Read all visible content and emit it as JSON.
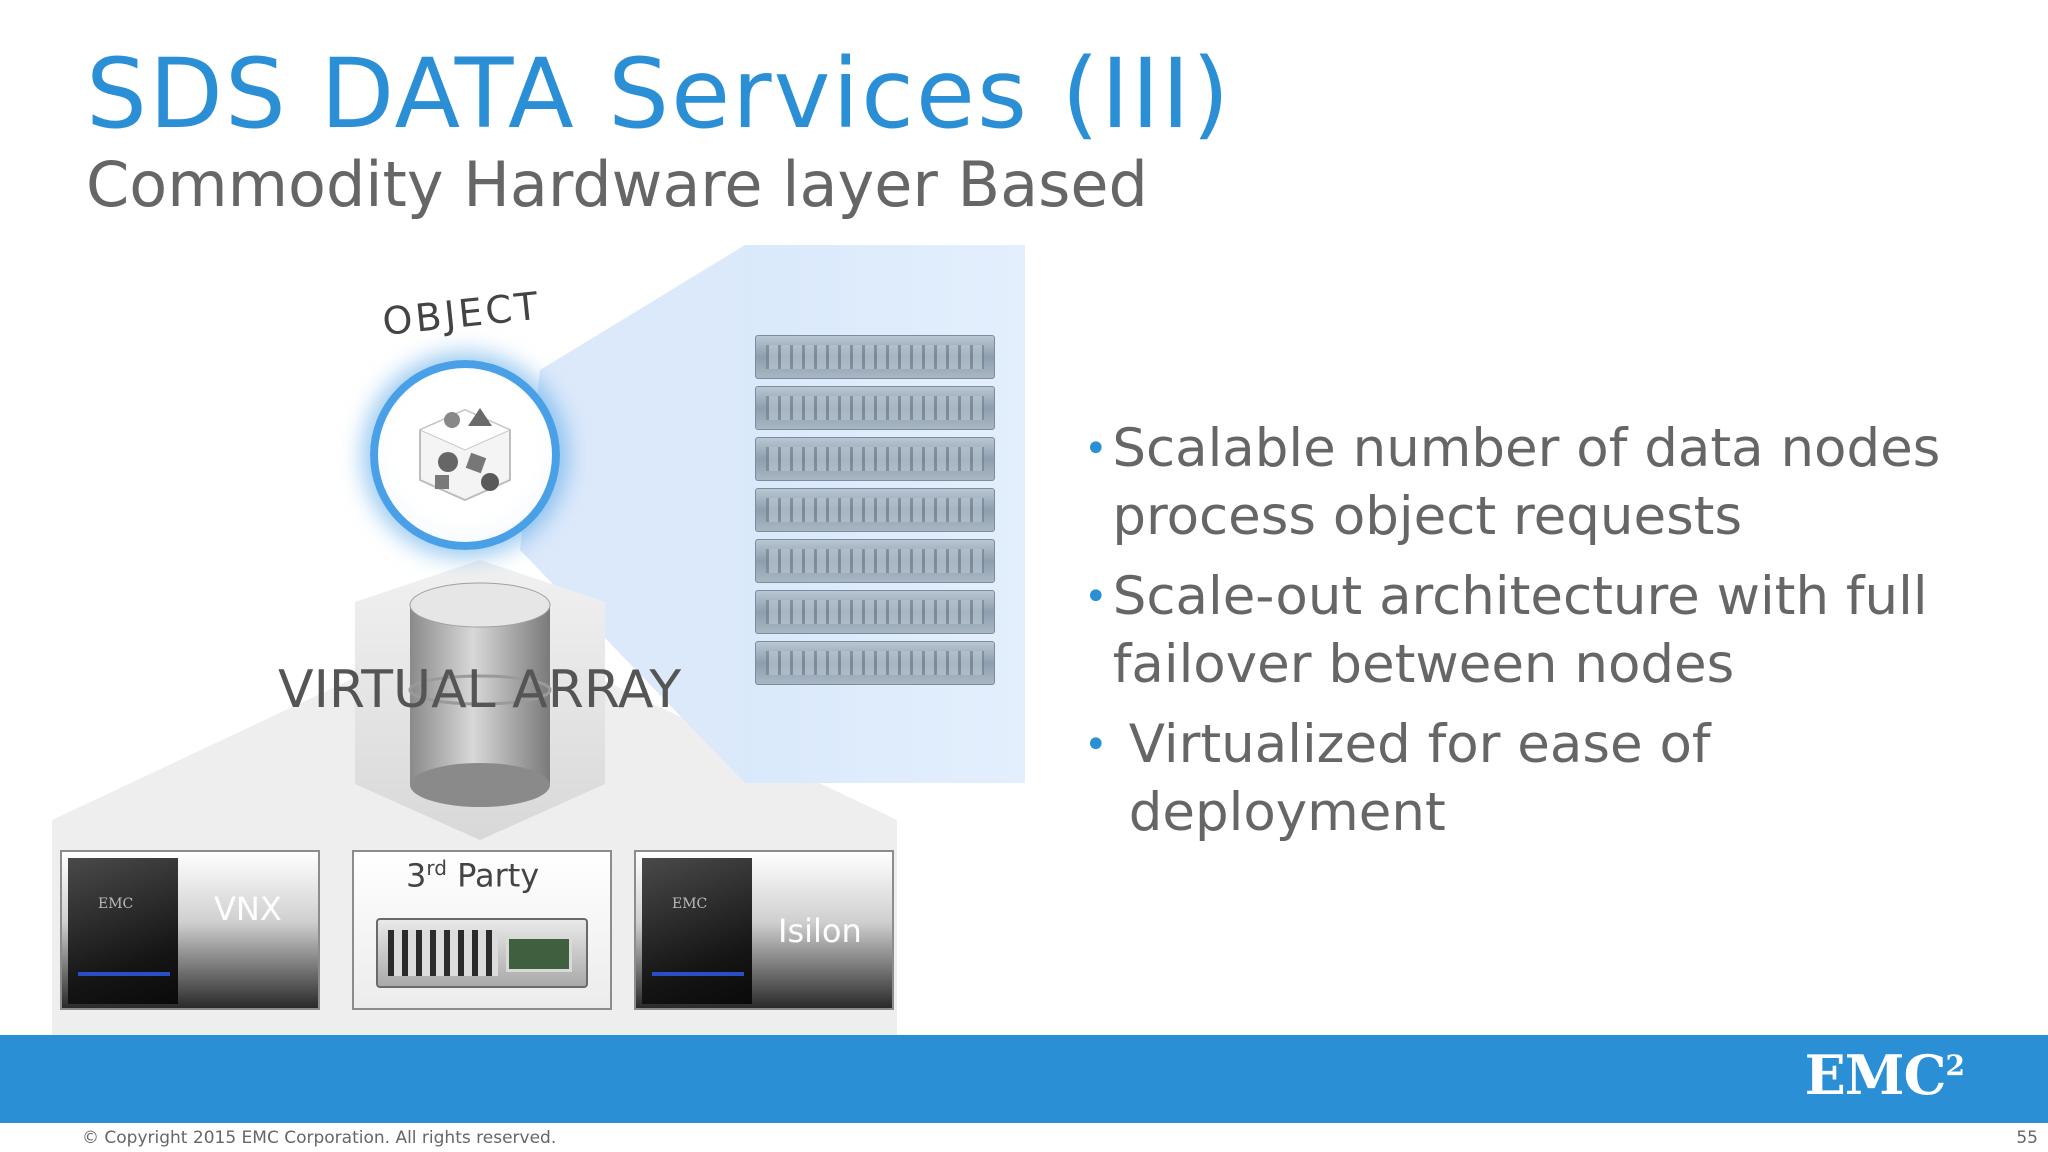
{
  "slide": {
    "title": "SDS DATA Services (III)",
    "subtitle": "Commodity Hardware layer Based"
  },
  "diagram": {
    "object_label": "OBJECT",
    "virtual_array_label": "VIRTUAL ARRAY",
    "tiles": [
      {
        "label": "VNX",
        "brand": "EMC"
      },
      {
        "label": "3",
        "label_sup": "rd",
        "label_rest": " Party"
      },
      {
        "label": "Isilon",
        "brand": "EMC"
      }
    ],
    "server_count": 7
  },
  "bullets": [
    {
      "text": "Scalable number of data nodes process object requests"
    },
    {
      "text": "Scale-out architecture with full failover between nodes"
    },
    {
      "text": "Virtualized for ease of deployment"
    }
  ],
  "footer": {
    "copyright": "© Copyright 2015 EMC Corporation. All rights reserved.",
    "page_number": "55",
    "logo_text": "EMC",
    "logo_sup": "2"
  },
  "colors": {
    "accent": "#2b8fd6",
    "text_gray": "#666666",
    "beam": "#dbe9fb"
  }
}
